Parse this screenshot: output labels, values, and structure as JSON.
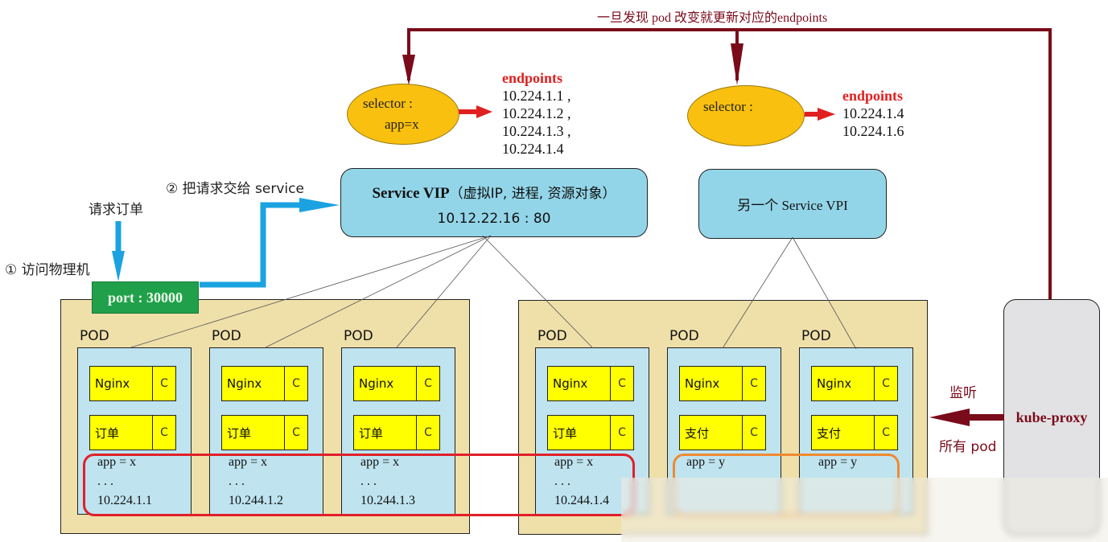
{
  "top_note": "一旦发现 pod 改变就更新对应的endpoints",
  "colors": {
    "watch_line": "#7a0b1a",
    "endpoint_arrow": "#e02020",
    "request_arrow": "#1aa3e0",
    "selector_fill": "#f9c00f",
    "service_fill": "#93d5e8",
    "node_fill": "#efdfa9",
    "pod_fill": "#bfe4f0",
    "container_fill": "#ffff00",
    "port_fill": "#21a04b",
    "proxy_fill": "#e2e2e4",
    "ring_x": "#e0202a",
    "ring_y": "#f08a30"
  },
  "selectors": [
    {
      "label": "selector :",
      "value": "app=x",
      "endpoints_title": "endpoints",
      "endpoints": [
        "10.224.1.1 ,",
        "10.224.1.2 ,",
        "10.224.1.3 ,",
        "10.224.1.4"
      ]
    },
    {
      "label": "selector :",
      "value": "",
      "endpoints_title": "endpoints",
      "endpoints": [
        "10.224.1.4",
        "10.224.1.6"
      ]
    }
  ],
  "services": [
    {
      "title_bold": "Service VIP",
      "title_rest": "（虚拟IP, 进程, 资源对象）",
      "address": "10.12.22.16 : 80"
    },
    {
      "title": "另一个 Service VPI"
    }
  ],
  "flow": {
    "step1": "① 访问物理机",
    "request": "请求订单",
    "step2": "② 把请求交给 service",
    "port": "port : 30000"
  },
  "kube_proxy": {
    "label": "kube-proxy",
    "watch_top": "监听",
    "watch_bottom": "所有 pod"
  },
  "nodes": [
    {
      "pods": [
        {
          "label": "POD",
          "containers": [
            {
              "name": "Nginx",
              "c": "C"
            },
            {
              "name": "订单",
              "c": "C"
            }
          ],
          "app": "app = x",
          "dots": ". . .",
          "ip": "10.224.1.1"
        },
        {
          "label": "POD",
          "containers": [
            {
              "name": "Nginx",
              "c": "C"
            },
            {
              "name": "订单",
              "c": "C"
            }
          ],
          "app": "app = x",
          "dots": ". . .",
          "ip": "10.244.1.2"
        },
        {
          "label": "POD",
          "containers": [
            {
              "name": "Nginx",
              "c": "C"
            },
            {
              "name": "订单",
              "c": "C"
            }
          ],
          "app": "app = x",
          "dots": ". . .",
          "ip": "10.244.1.3"
        }
      ]
    },
    {
      "pods": [
        {
          "label": "POD",
          "containers": [
            {
              "name": "Nginx",
              "c": "C"
            },
            {
              "name": "订单",
              "c": "C"
            }
          ],
          "app": "app = x",
          "dots": ". . .",
          "ip": "10.244.1.4"
        },
        {
          "label": "POD",
          "containers": [
            {
              "name": "Nginx",
              "c": "C"
            },
            {
              "name": "支付",
              "c": "C"
            }
          ],
          "app": "app = y",
          "dots": "",
          "ip": ""
        },
        {
          "label": "POD",
          "containers": [
            {
              "name": "Nginx",
              "c": "C"
            },
            {
              "name": "支付",
              "c": "C"
            }
          ],
          "app": "app = y",
          "dots": "",
          "ip": ""
        }
      ]
    }
  ]
}
